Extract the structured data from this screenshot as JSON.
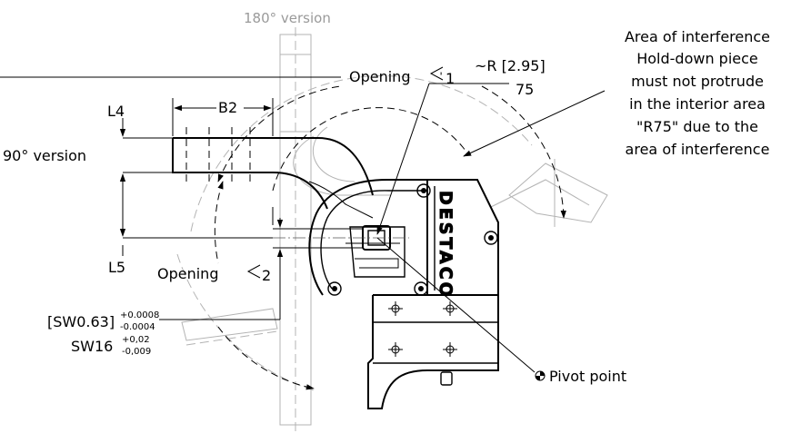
{
  "labels": {
    "version_180": "180° version",
    "version_90": "90° version",
    "opening_1": "Opening",
    "opening_1_num": "1",
    "opening_2": "Opening",
    "opening_2_num": "2",
    "radius_imperial": "~R [2.95]",
    "radius_metric": "75",
    "L4": "L4",
    "L5": "L5",
    "B2": "B2",
    "sw_imperial": "[SW0.63]",
    "sw_imperial_plus": "+0.0008",
    "sw_imperial_minus": "-0.0004",
    "sw_metric": "SW16",
    "sw_metric_plus": "+0,02",
    "sw_metric_minus": "-0,009",
    "pivot": "Pivot point",
    "brand": "DESTACO"
  },
  "note_lines": [
    "Area of interference",
    "Hold-down piece",
    "must not protrude",
    "in the interior area",
    "\"R75\" due to the",
    "area of interference"
  ],
  "icons": {
    "angle": "angle-icon",
    "pivot": "pivot-point-icon"
  },
  "colors": {
    "line": "#000000",
    "ghost": "#b3b3b3",
    "grey_text": "#9a9a9a"
  }
}
